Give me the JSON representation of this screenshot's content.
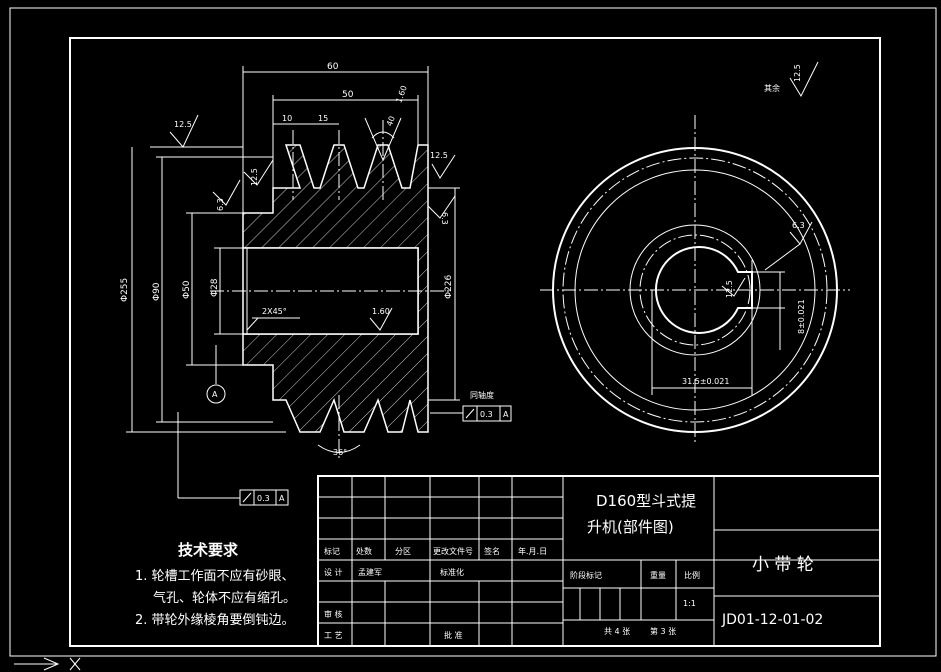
{
  "colors": {
    "background": "#000000",
    "lines": "#ffffff"
  },
  "roughness": {
    "rest": "其余",
    "rest_value": "12.5"
  },
  "dimensions": {
    "d60": "60",
    "d50": "50",
    "d10": "10",
    "d15": "15",
    "d40": "40",
    "d160": "1.60",
    "ra125_top": "12.5",
    "ra125_a": "12.5",
    "ra125_b": "12.5",
    "ra63_a": "6.3",
    "ra63_b": "6.3",
    "ra160": "1.60",
    "ra63_view": "6.3",
    "ra125_view": "12.5",
    "dia255": "Φ255",
    "dia90": "Φ90",
    "dia50": "Φ50",
    "dia28": "Φ28",
    "dia226": "Φ226",
    "chamfer": "2X45°",
    "angle36": "36°",
    "keyway_w": "31.5±0.021",
    "keyway_d": "8±0.021"
  },
  "datum": "A",
  "runout_label": "同轴度",
  "tolerance_top": {
    "value": "0.3",
    "datum": "A"
  },
  "tolerance_bottom": {
    "value": "0.3",
    "datum": "A"
  },
  "tech_req": {
    "title": "技术要求",
    "line1": "1. 轮槽工作面不应有砂眼、",
    "line2": "气孔、轮体不应有缩孔。",
    "line3": "2. 带轮外缘棱角要倒钝边。"
  },
  "title_block": {
    "project_line1": "D160型斗式提",
    "project_line2": "升机(部件图)",
    "part_name": "小 带 轮",
    "drawing_no": "JD01-12-01-02",
    "scale": "1:1",
    "h_mark": "标记",
    "h_count": "处数",
    "h_zone": "分区",
    "h_doc": "更改文件号",
    "h_sign": "签名",
    "h_date": "年.月.日",
    "r_design": "设 计",
    "r_std": "标准化",
    "r_review": "审 核",
    "r_process": "工 艺",
    "r_approve": "批 准",
    "r_draw": "孟建军",
    "stage": "阶段标记",
    "weight": "重量",
    "ratio": "比例",
    "sheets_total": "共 4 张",
    "sheet_no": "第 3 张"
  }
}
